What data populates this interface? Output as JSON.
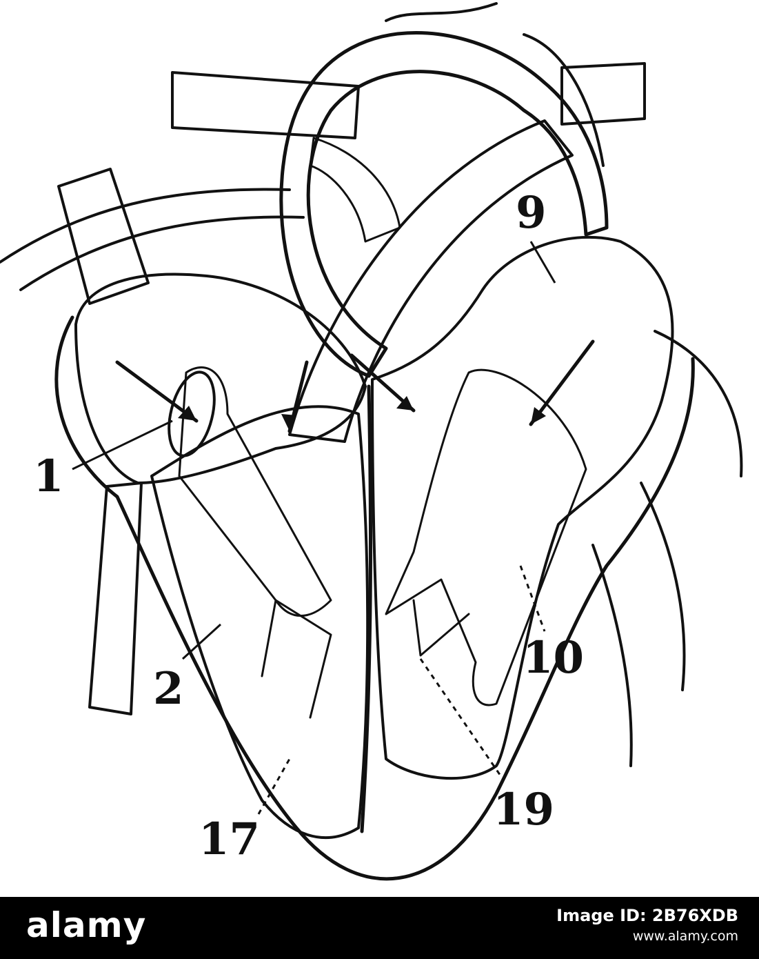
{
  "diagram": {
    "labels": {
      "l1": "1",
      "l2": "2",
      "l9": "9",
      "l10": "10",
      "l17": "17",
      "l19": "19"
    },
    "ink_color": "#111111"
  },
  "footer": {
    "brand": "alamy",
    "image_id_label": "Image ID: 2B76XDB",
    "site": "www.alamy.com",
    "background": "#000000",
    "text_color": "#ffffff"
  }
}
